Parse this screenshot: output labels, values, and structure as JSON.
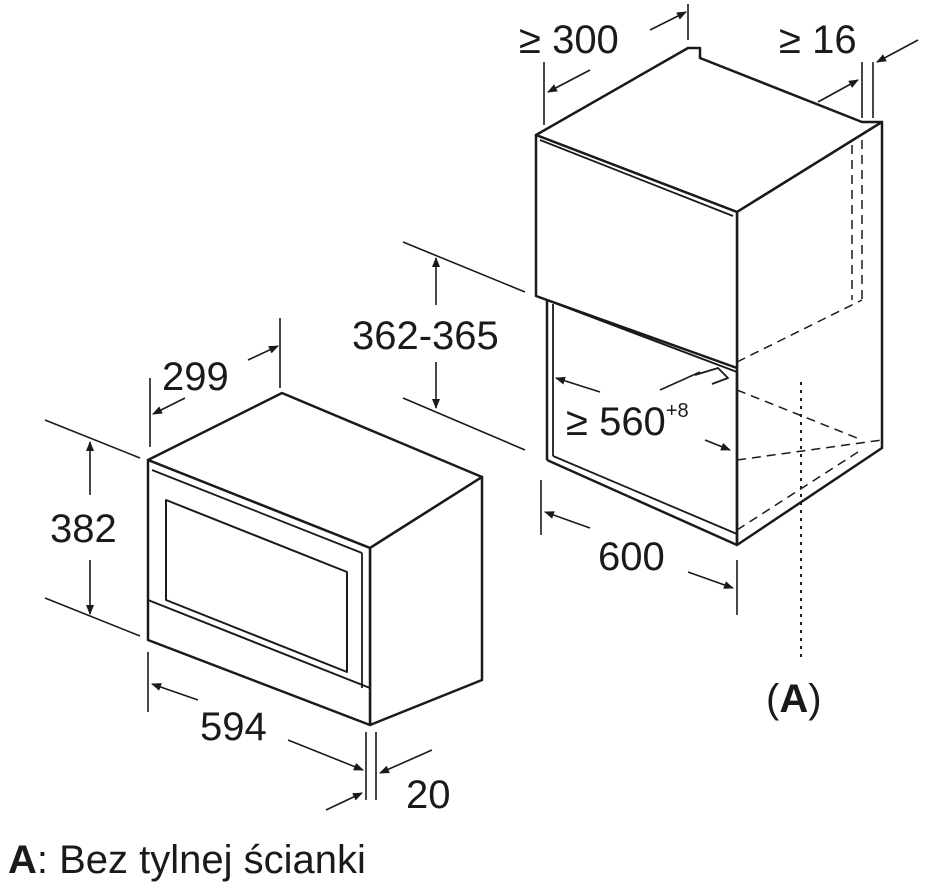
{
  "dimensions": {
    "oven_depth": "299",
    "oven_height": "382",
    "oven_width": "594",
    "front_thickness": "20",
    "niche_height": "362-365",
    "niche_depth_prefix": "≥ 560",
    "niche_depth_tolerance": "+8",
    "cabinet_width": "600",
    "cabinet_depth": "≥ 300",
    "side_clearance": "≥ 16"
  },
  "callout": {
    "marker_letter": "A"
  },
  "legend": {
    "key": "A",
    "text": ": Bez tylnej ścianki"
  },
  "colors": {
    "line": "#1a1a1a",
    "background": "#ffffff"
  }
}
